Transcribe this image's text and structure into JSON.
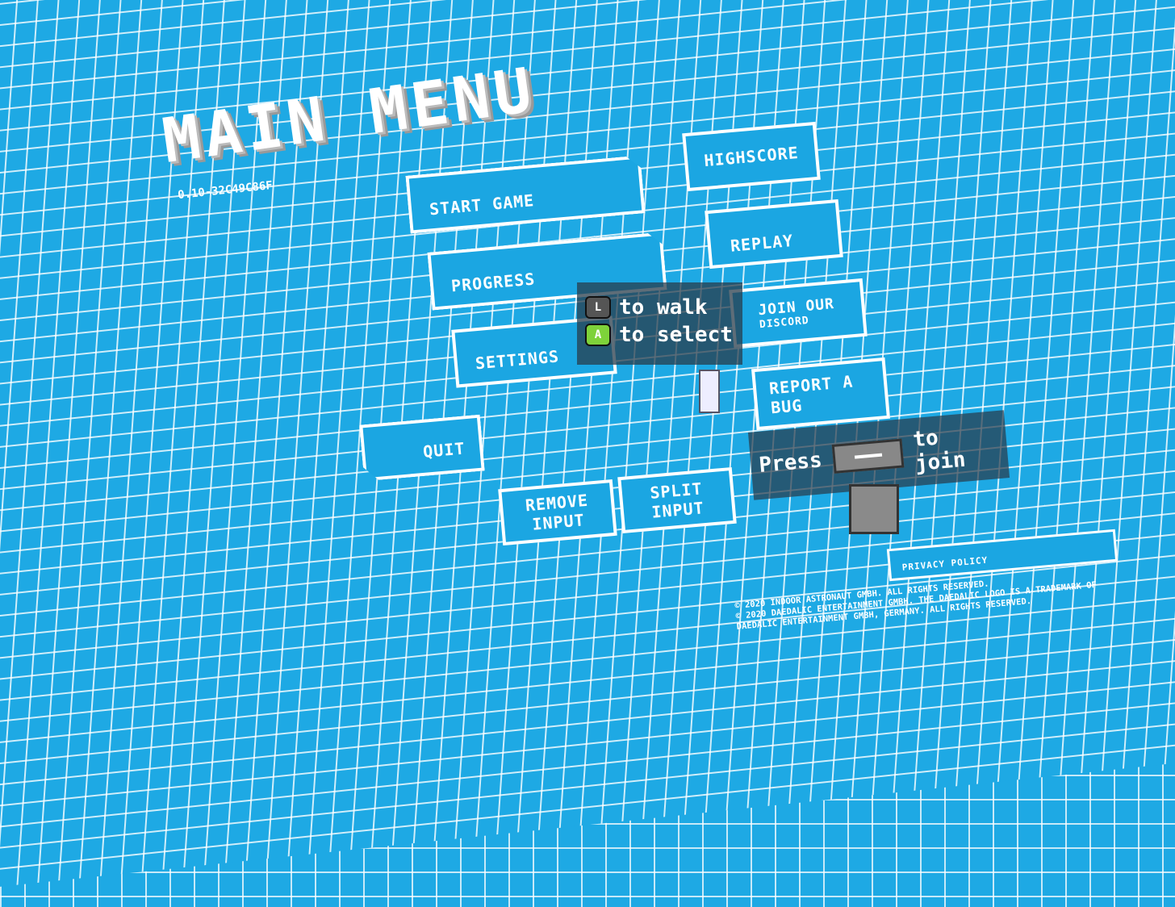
{
  "title": "MAIN MENU",
  "version": "0.10-32C49C86F",
  "menu": {
    "start_game": "START GAME",
    "progress": "PROGRESS",
    "settings": "SETTINGS",
    "quit": "QUIT",
    "highscore": "HIGHSCORE",
    "replay": "REPLAY",
    "join_discord_line1": "JOIN OUR",
    "join_discord_line2": "DISCORD",
    "report_bug_line1": "REPORT A",
    "report_bug_line2": "BUG",
    "remove_input_line1": "REMOVE",
    "remove_input_line2": "INPUT",
    "split_input_line1": "SPLIT",
    "split_input_line2": "INPUT",
    "privacy_policy": "PRIVACY POLICY"
  },
  "tooltip": {
    "walk_key": "L",
    "walk_text": "to walk",
    "select_key": "A",
    "select_text": "to select"
  },
  "join_prompt": {
    "press": "Press",
    "to_join": "to join"
  },
  "legal": [
    "© 2020 INDOOR ASTRONAUT GMBH. ALL RIGHTS RESERVED.",
    "© 2020 DAEDALIC ENTERTAINMENT GMBH. THE DAEDALIC LOGO IS A TRADEMARK OF",
    "DAEDALIC ENTERTAINMENT GMBH, GERMANY. ALL RIGHTS RESERVED."
  ],
  "colors": {
    "background": "#1ea9e4",
    "select_key": "#7ed23a",
    "walk_key": "#555555"
  }
}
